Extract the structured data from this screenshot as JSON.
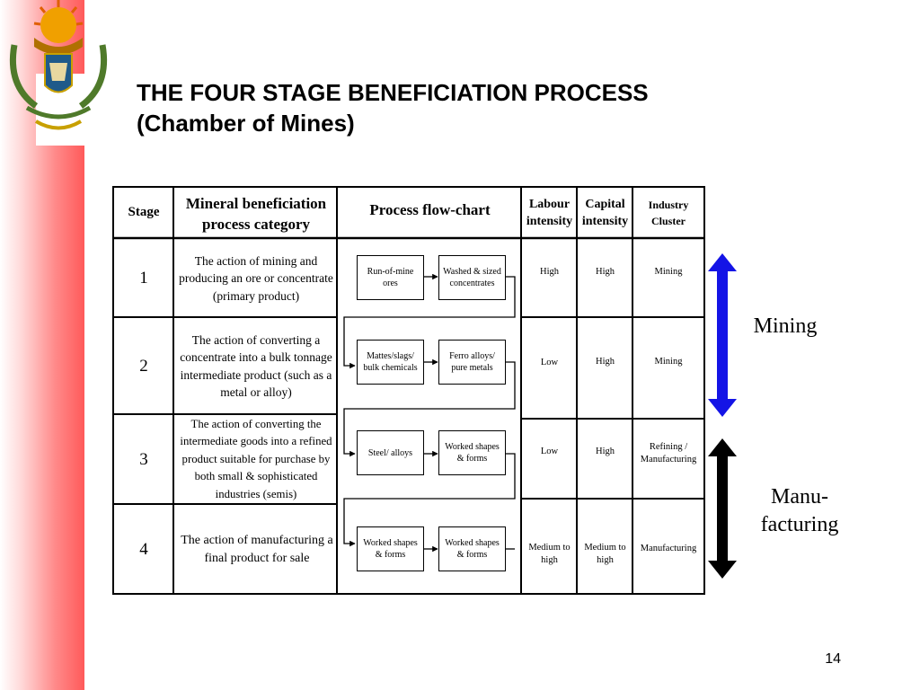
{
  "title": {
    "line1": "THE FOUR STAGE BENEFICIATION PROCESS",
    "line2": "(Chamber of Mines)"
  },
  "table": {
    "headers": {
      "stage": "Stage",
      "category": "Mineral beneficiation process category",
      "flowchart": "Process flow-chart",
      "labour": "Labour intensity",
      "capital": "Capital intensity",
      "cluster": "Industry Cluster"
    },
    "rows": [
      {
        "stage": "1",
        "description": "The action of mining and producing an ore or concentrate (primary product)",
        "flow_from": "Run-of-mine ores",
        "flow_to": "Washed & sized concentrates",
        "labour": "High",
        "capital": "High",
        "cluster": "Mining"
      },
      {
        "stage": "2",
        "description": "The action of converting a concentrate into a bulk tonnage intermediate product (such as a metal or alloy)",
        "flow_from": "Mattes/slags/ bulk chemicals",
        "flow_to": "Ferro alloys/ pure metals",
        "labour": "Low",
        "capital": "High",
        "cluster": "Mining"
      },
      {
        "stage": "3",
        "description": "The action of converting the intermediate goods into a refined product suitable for purchase by both small & sophisticated industries (semis)",
        "flow_from": "Steel/ alloys",
        "flow_to": "Worked shapes & forms",
        "labour": "Low",
        "capital": "High",
        "cluster": "Refining / Manufacturing"
      },
      {
        "stage": "4",
        "description": "The action of manufacturing a final product for sale",
        "flow_from": "Worked shapes & forms",
        "flow_to": "Worked shapes & forms",
        "labour": "Medium to high",
        "capital": "Medium to high",
        "cluster": "Manufacturing"
      }
    ]
  },
  "side_labels": {
    "mining": "Mining",
    "manufacturing": "Manu- facturing"
  },
  "colors": {
    "mining_arrow": "#1414e6",
    "manufacturing_arrow": "#000000",
    "sidebar_accent": "#ff5a5a"
  },
  "icons": {
    "emblem": "coat-of-arms-emblem",
    "mining_arrow": "double-headed-arrow",
    "manufacturing_arrow": "double-headed-arrow"
  },
  "page_number": "14"
}
